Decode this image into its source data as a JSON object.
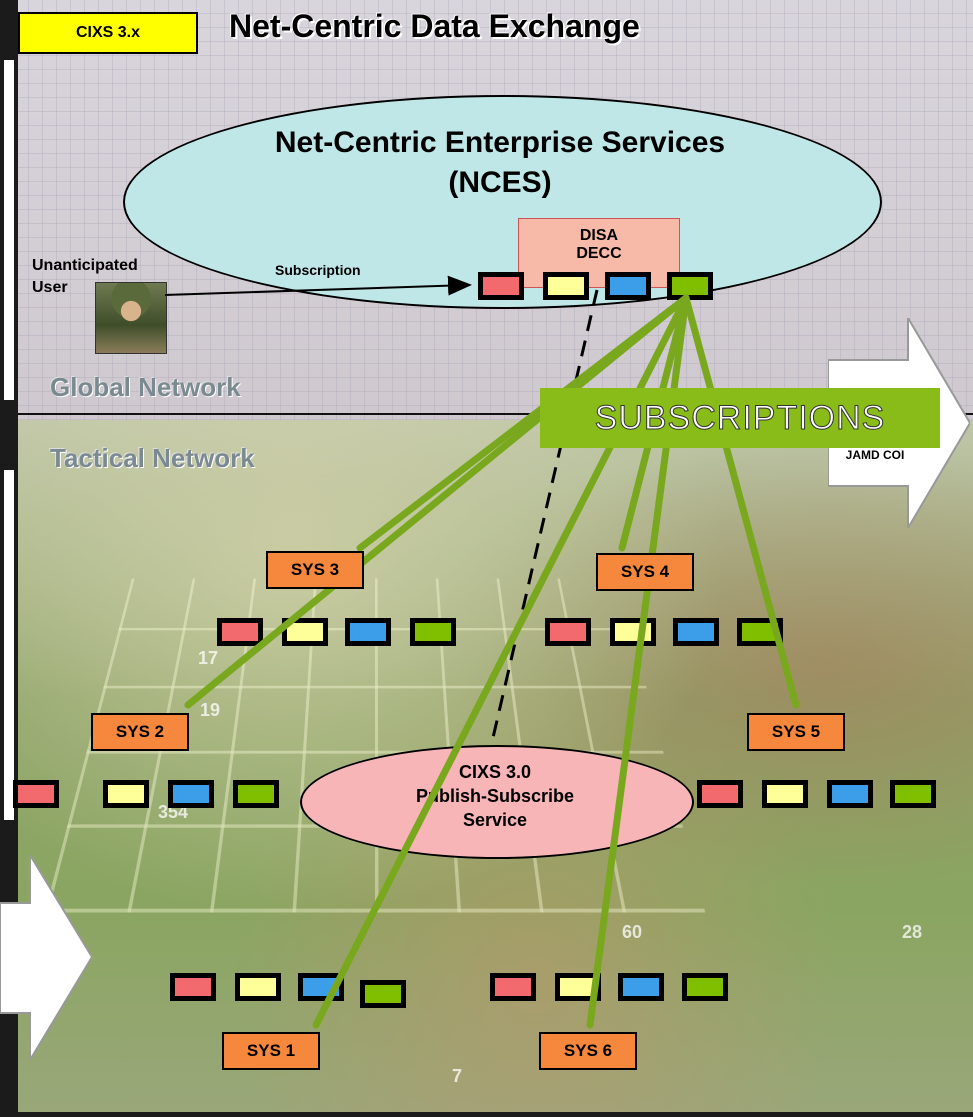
{
  "header": {
    "badge": "CIXS 3.x",
    "title": "Net-Centric Data Exchange"
  },
  "nces": {
    "line1": "Net-Centric Enterprise Services",
    "line2": "(NCES)"
  },
  "disa": {
    "line1": "DISA",
    "line2": "DECC"
  },
  "user": {
    "line1": "Unanticipated",
    "line2": "User",
    "arrow_label": "Subscription"
  },
  "networks": {
    "global": "Global Network",
    "tactical": "Tactical Network"
  },
  "subscriptions_banner": "SUBSCRIPTIONS",
  "right_arrow_label": "JAMD COI",
  "pubsub": {
    "line1": "CIXS 3.0",
    "line2": "Publish-Subscribe",
    "line3": "Service"
  },
  "systems": [
    "SYS 1",
    "SYS 2",
    "SYS 3",
    "SYS 4",
    "SYS 5",
    "SYS 6"
  ],
  "jersey_numbers": [
    "17",
    "19",
    "354",
    "60",
    "28",
    "7"
  ],
  "colors": {
    "chip_red": "#f26a6e",
    "chip_yellow": "#ffff99",
    "chip_blue": "#3c9ee8",
    "chip_green": "#7fbf00",
    "line_green": "#79a81e",
    "system_box": "#f6883d",
    "badge": "#ffff00",
    "nces_fill": "#bfe7e8"
  }
}
